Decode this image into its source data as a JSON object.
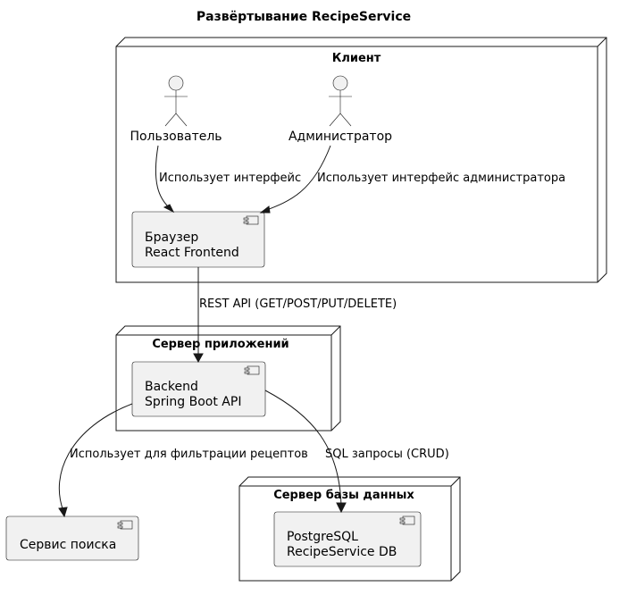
{
  "diagram": {
    "title": "Развёртывание RecipeService",
    "nodes": {
      "client": {
        "title": "Клиент"
      },
      "app_server": {
        "title": "Сервер приложений"
      },
      "db_server": {
        "title": "Сервер базы данных"
      }
    },
    "actors": {
      "user": {
        "label": "Пользователь"
      },
      "admin": {
        "label": "Администратор"
      }
    },
    "components": {
      "browser": {
        "line1": "Браузер",
        "line2": "React Frontend"
      },
      "backend": {
        "line1": "Backend",
        "line2": "Spring Boot API"
      },
      "search": {
        "line1": "Сервис поиска"
      },
      "db": {
        "line1": "PostgreSQL",
        "line2": "RecipeService DB"
      }
    },
    "edges": {
      "user_to_browser": "Использует интерфейс",
      "admin_to_browser": "Использует интерфейс администратора",
      "browser_to_backend": "REST API (GET/POST/PUT/DELETE)",
      "backend_to_search": "Использует для фильтрации рецептов",
      "backend_to_db": "SQL запросы (CRUD)"
    }
  }
}
